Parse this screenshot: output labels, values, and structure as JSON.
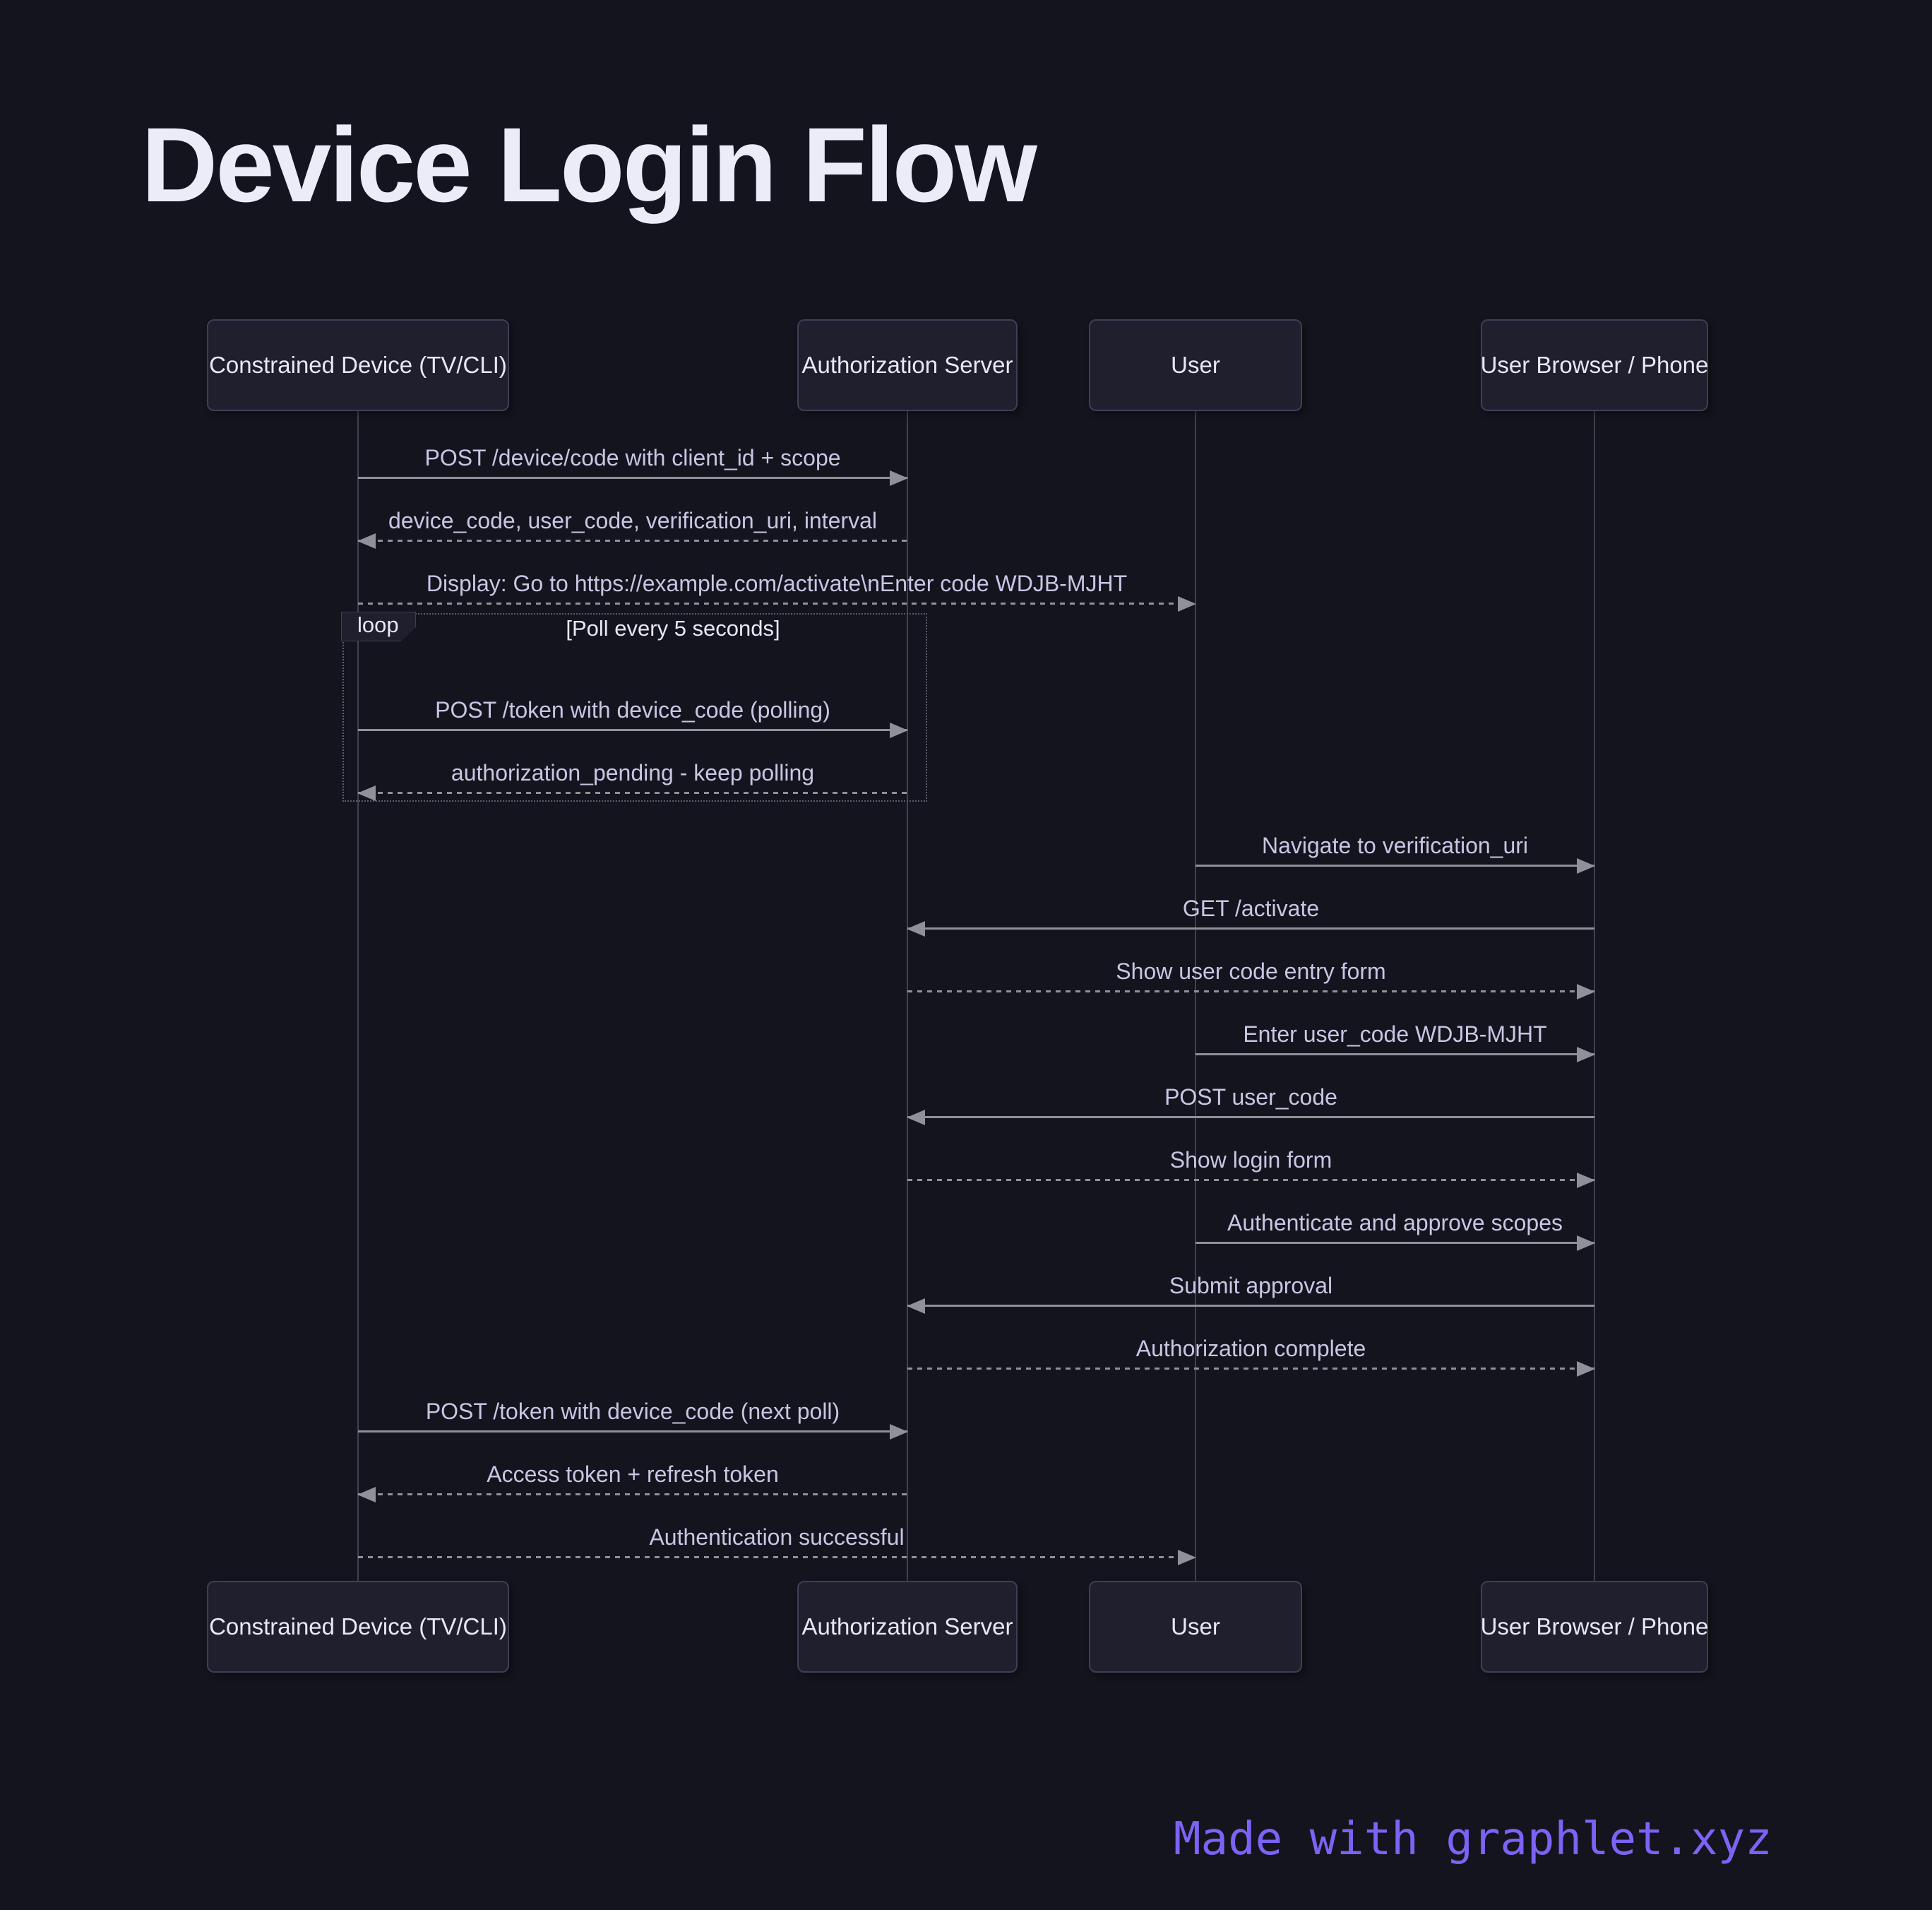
{
  "title": "Device Login Flow",
  "diagram": {
    "type": "sequence",
    "actors": [
      {
        "id": "device",
        "label": "Constrained Device (TV/CLI)"
      },
      {
        "id": "auth",
        "label": "Authorization Server"
      },
      {
        "id": "user",
        "label": "User"
      },
      {
        "id": "browser",
        "label": "User Browser / Phone"
      }
    ],
    "loop": {
      "label": "loop",
      "condition": "[Poll every 5 seconds]",
      "contains_messages": [
        3,
        4
      ]
    },
    "messages": [
      {
        "text": "POST /device/code with client_id + scope",
        "from": "device",
        "to": "auth",
        "style": "solid"
      },
      {
        "text": "device_code, user_code, verification_uri, interval",
        "from": "auth",
        "to": "device",
        "style": "dashed"
      },
      {
        "text": "Display: Go to https://example.com/activate\\nEnter code WDJB-MJHT",
        "from": "device",
        "to": "user",
        "style": "dashed"
      },
      {
        "text": "POST /token with device_code (polling)",
        "from": "device",
        "to": "auth",
        "style": "solid",
        "in_loop": true
      },
      {
        "text": "authorization_pending - keep polling",
        "from": "auth",
        "to": "device",
        "style": "dashed",
        "in_loop": true
      },
      {
        "text": "Navigate to verification_uri",
        "from": "user",
        "to": "browser",
        "style": "solid"
      },
      {
        "text": "GET /activate",
        "from": "browser",
        "to": "auth",
        "style": "solid"
      },
      {
        "text": "Show user code entry form",
        "from": "auth",
        "to": "browser",
        "style": "dashed"
      },
      {
        "text": "Enter user_code WDJB-MJHT",
        "from": "user",
        "to": "browser",
        "style": "solid"
      },
      {
        "text": "POST user_code",
        "from": "browser",
        "to": "auth",
        "style": "solid"
      },
      {
        "text": "Show login form",
        "from": "auth",
        "to": "browser",
        "style": "dashed"
      },
      {
        "text": "Authenticate and approve scopes",
        "from": "user",
        "to": "browser",
        "style": "solid"
      },
      {
        "text": "Submit approval",
        "from": "browser",
        "to": "auth",
        "style": "solid"
      },
      {
        "text": "Authorization complete",
        "from": "auth",
        "to": "browser",
        "style": "dashed"
      },
      {
        "text": "POST /token with device_code (next poll)",
        "from": "device",
        "to": "auth",
        "style": "solid"
      },
      {
        "text": "Access token + refresh token",
        "from": "auth",
        "to": "device",
        "style": "dashed"
      },
      {
        "text": "Authentication successful",
        "from": "device",
        "to": "user",
        "style": "dashed"
      }
    ]
  },
  "footer": {
    "credit": "Made with graphlet.xyz"
  },
  "colors": {
    "background": "#14141e",
    "actor_box_fill": "#201f2e",
    "actor_box_border": "#3f3e55",
    "actor_box_text": "#e9e7f3",
    "message_text": "#c9c5e4",
    "arrow": "#90909a",
    "lifeline": "#41404e",
    "loop_border": "#5c5b6b",
    "title_text": "#ecebf8",
    "credit_text": "#7d63f5"
  }
}
